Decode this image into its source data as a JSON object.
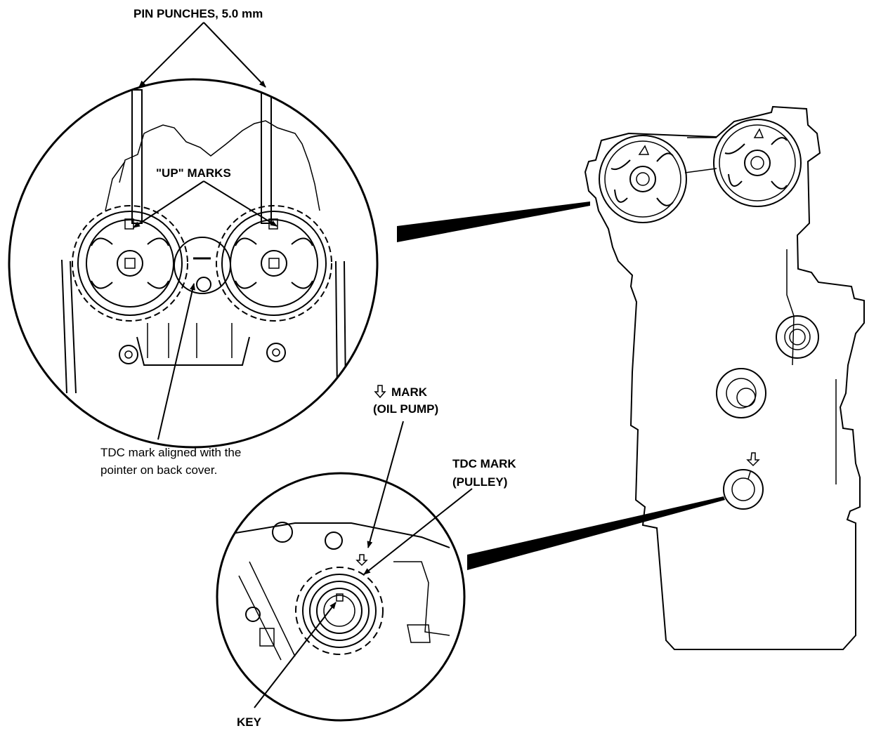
{
  "labels": {
    "pin_punches": "PIN PUNCHES, 5.0 mm",
    "up_marks": "\"UP\" MARKS",
    "tdc_note_line1": "TDC mark aligned with the",
    "tdc_note_line2": "pointer on back cover.",
    "mark_line1": "MARK",
    "mark_line2": "(OIL PUMP)",
    "tdc_mark_line1": "TDC MARK",
    "tdc_mark_line2": "(PULLEY)",
    "key": "KEY"
  },
  "icons": {
    "down_arrow": "down-arrow-icon"
  }
}
